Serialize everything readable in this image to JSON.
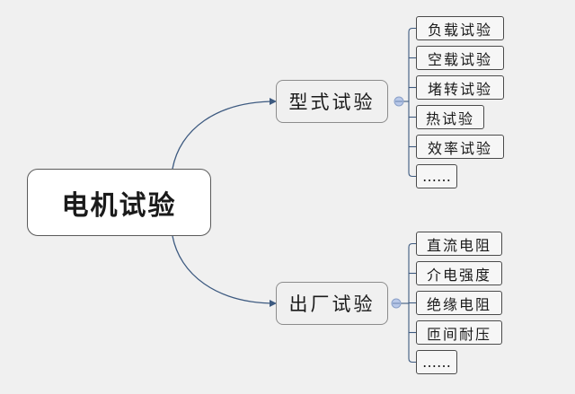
{
  "root": {
    "label": "电机试验"
  },
  "branches": [
    {
      "label": "型式试验",
      "children": [
        "负载试验",
        "空载试验",
        "堵转试验",
        "热试验",
        "效率试验",
        "……"
      ]
    },
    {
      "label": "出厂试验",
      "children": [
        "直流电阻",
        "介电强度",
        "绝缘电阻",
        "匝间耐压",
        "……"
      ]
    }
  ],
  "colors": {
    "background": "#f0f0f0",
    "connector": "#3d5a80",
    "collapse_dot": "#b8c8e8"
  }
}
